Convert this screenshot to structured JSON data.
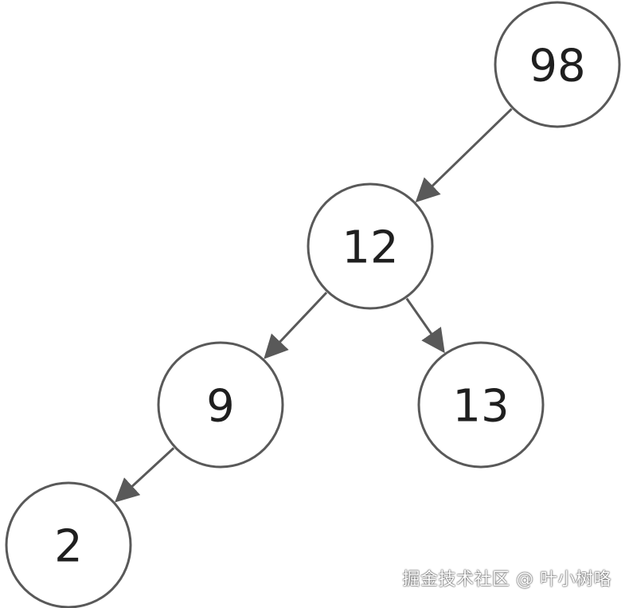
{
  "nodes": [
    {
      "id": "n98",
      "label": "98"
    },
    {
      "id": "n12",
      "label": "12"
    },
    {
      "id": "n9",
      "label": "9"
    },
    {
      "id": "n13",
      "label": "13"
    },
    {
      "id": "n2",
      "label": "2"
    }
  ],
  "edges": [
    {
      "from": "n98",
      "to": "n12"
    },
    {
      "from": "n12",
      "to": "n9"
    },
    {
      "from": "n12",
      "to": "n13"
    },
    {
      "from": "n9",
      "to": "n2"
    }
  ],
  "watermark": "掘金技术社区 @ 叶小树咯",
  "colors": {
    "stroke": "#595959",
    "text": "#1f1f1f",
    "background": "#ffffff"
  }
}
